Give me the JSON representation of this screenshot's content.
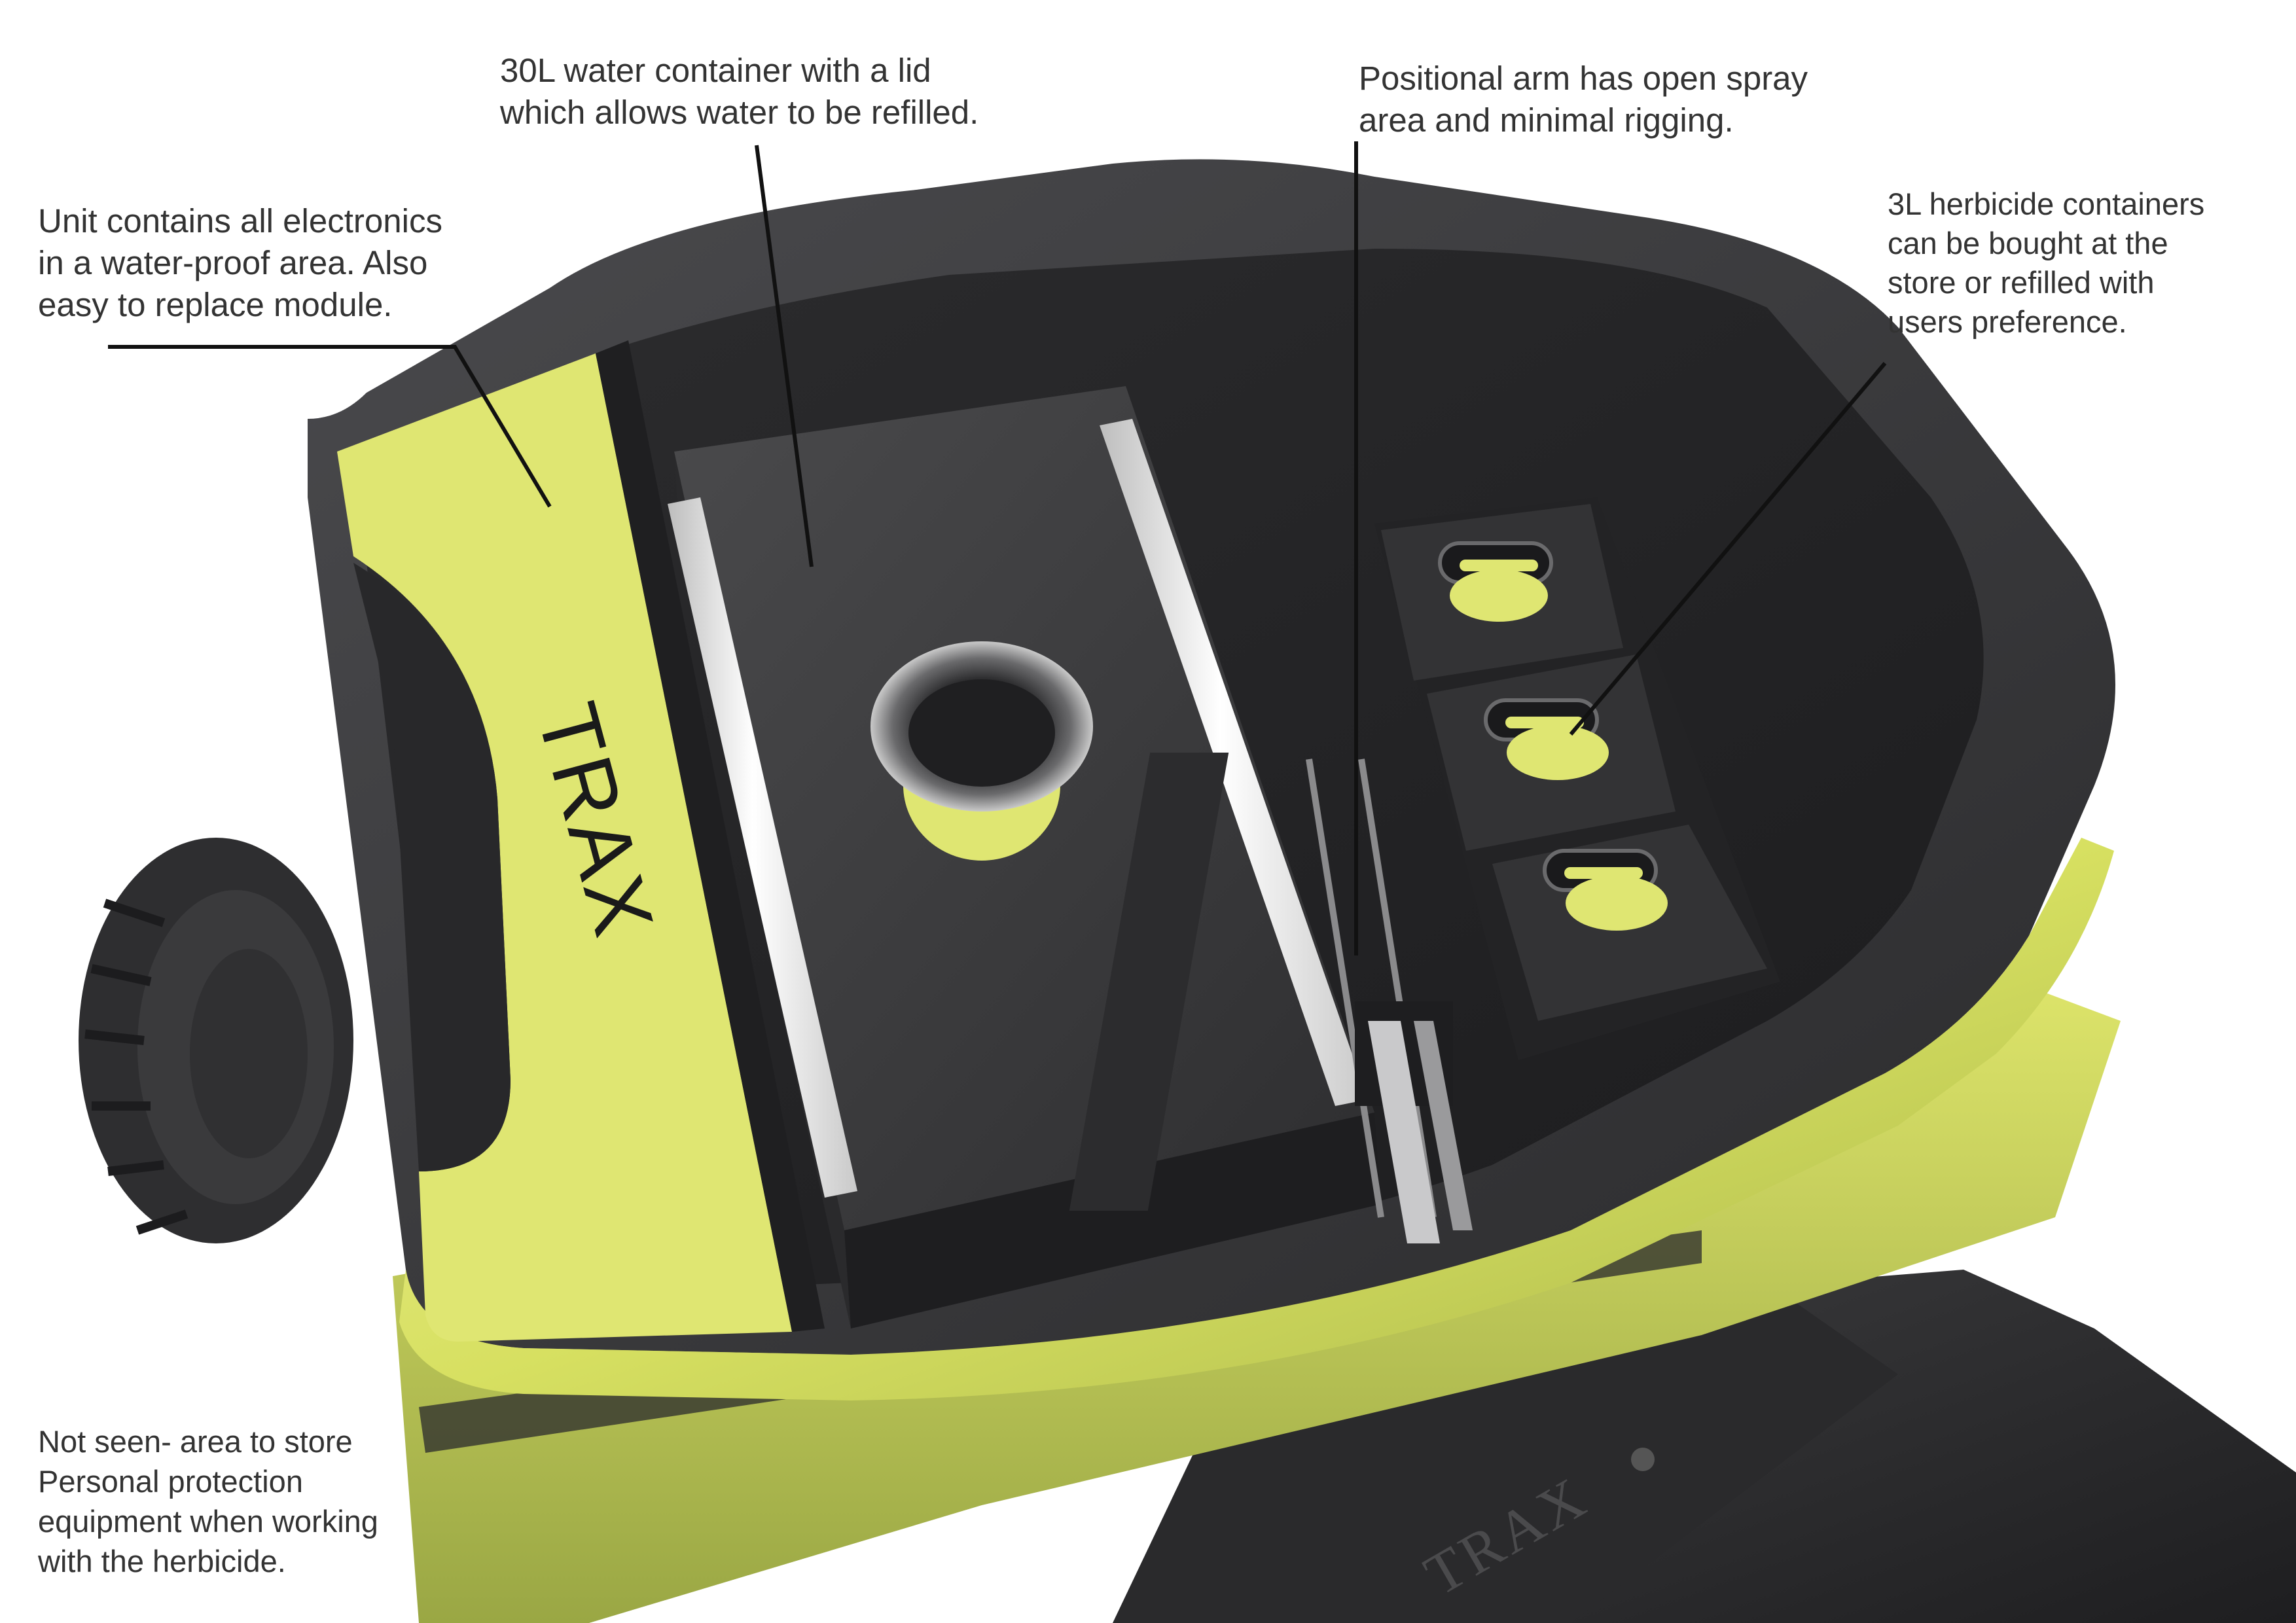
{
  "product": {
    "brand_mark": "TRAX",
    "brand_mark_side": "TRAX",
    "colors": {
      "body_yellow": "#dfe672",
      "shell_dark": "#3a3a3c",
      "interior_dark": "#242426",
      "tank_lid": "#38383a",
      "rail_white": "#e9e9e9",
      "wheel": "#2e2e30"
    }
  },
  "callouts": {
    "electronics": "Unit contains all electronics\nin a water-proof area. Also\neasy to replace module.",
    "water_container": "30L water container with a lid\nwhich allows water to be refilled.",
    "positional_arm": "Positional arm has open spray\narea and minimal rigging.",
    "herbicide": "3L herbicide containers\ncan be bought at the\nstore or refilled with\nusers preference.",
    "ppe_storage": "Not seen- area to store\nPersonal protection\nequipment when working\nwith the herbicide."
  }
}
